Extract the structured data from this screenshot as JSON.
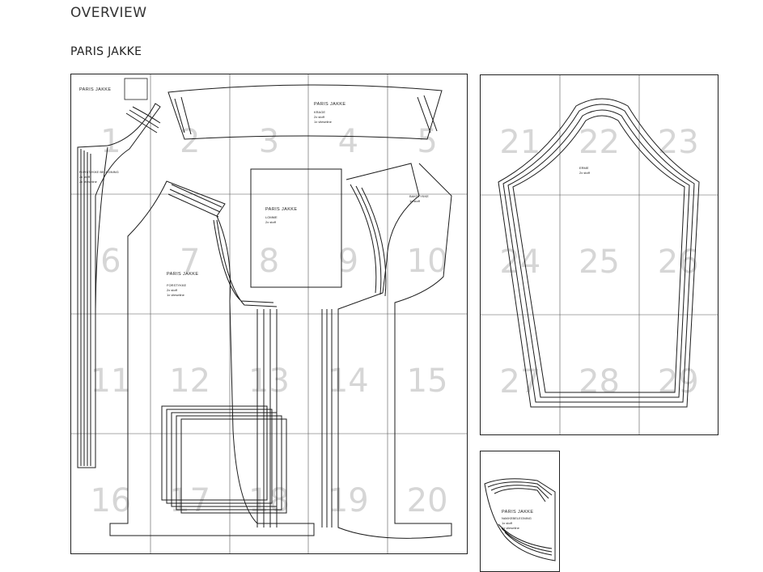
{
  "page": {
    "overview_title": "OVERVIEW",
    "pattern_title": "PARIS JAKKE"
  },
  "sheets": {
    "main": {
      "tiles": [
        "1",
        "2",
        "3",
        "4",
        "5",
        "6",
        "7",
        "8",
        "9",
        "10",
        "11",
        "12",
        "13",
        "14",
        "15",
        "16",
        "17",
        "18",
        "19",
        "20"
      ]
    },
    "sleeve": {
      "tiles": [
        "21",
        "22",
        "23",
        "24",
        "25",
        "26",
        "27",
        "28",
        "29"
      ]
    },
    "collar": {
      "tiles": []
    }
  },
  "pieces": {
    "brand": "PARIS JAKKE",
    "front": {
      "name": "FORSTYKKE",
      "line1": "2x stoff",
      "line2": "1x vlieseline"
    },
    "front_facing": {
      "name": "FORSTYKKE BELEGNING",
      "line1": "2x stoff",
      "line2": "2x vlieseline"
    },
    "back": {
      "name": "BAKSTYKKE",
      "line1": "1x stoff"
    },
    "yoke": {
      "name": "KRAGE",
      "line1": "2x stoff",
      "line2": "1x vlieseline"
    },
    "pocket": {
      "name": "LOMME",
      "line1": "2x stoff"
    },
    "sleeve": {
      "name": "ERME",
      "line1": "2x stoff"
    },
    "collar": {
      "name": "NAKKEBELEGNING",
      "line1": "1x stoff",
      "line2": "1x vlieseline"
    }
  },
  "colors": {
    "line": "#1c1c1c",
    "tile_number": "#d6d6d6",
    "grid": "#555555"
  }
}
